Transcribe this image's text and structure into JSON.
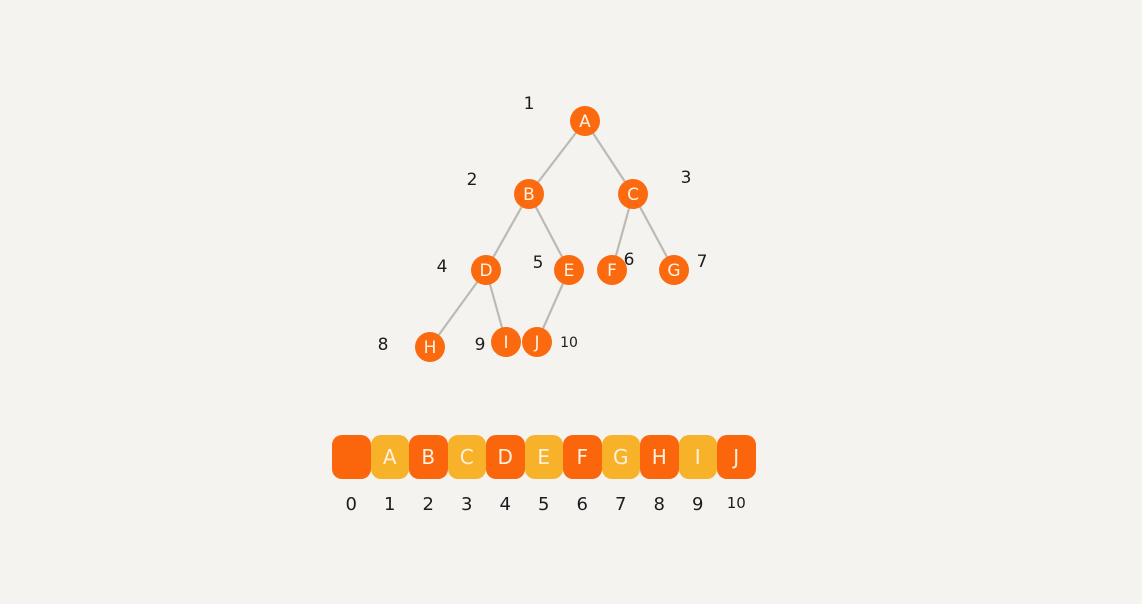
{
  "tree": {
    "nodes": [
      {
        "id": "A",
        "label": "A",
        "index": "1"
      },
      {
        "id": "B",
        "label": "B",
        "index": "2"
      },
      {
        "id": "C",
        "label": "C",
        "index": "3"
      },
      {
        "id": "D",
        "label": "D",
        "index": "4"
      },
      {
        "id": "E",
        "label": "E",
        "index": "5"
      },
      {
        "id": "F",
        "label": "F",
        "index": "6"
      },
      {
        "id": "G",
        "label": "G",
        "index": "7"
      },
      {
        "id": "H",
        "label": "H",
        "index": "8"
      },
      {
        "id": "I",
        "label": "I",
        "index": "9"
      },
      {
        "id": "J",
        "label": "J",
        "index": "10"
      }
    ],
    "edges": [
      [
        "A",
        "B"
      ],
      [
        "A",
        "C"
      ],
      [
        "B",
        "D"
      ],
      [
        "B",
        "E"
      ],
      [
        "C",
        "F"
      ],
      [
        "C",
        "G"
      ],
      [
        "D",
        "H"
      ],
      [
        "D",
        "I"
      ],
      [
        "E",
        "J"
      ]
    ],
    "node_color": "#fb6a0e",
    "edge_color": "#bdbab5"
  },
  "array": {
    "cells": [
      {
        "label": "",
        "tone": "dark"
      },
      {
        "label": "A",
        "tone": "light"
      },
      {
        "label": "B",
        "tone": "dark"
      },
      {
        "label": "C",
        "tone": "light"
      },
      {
        "label": "D",
        "tone": "dark"
      },
      {
        "label": "E",
        "tone": "light"
      },
      {
        "label": "F",
        "tone": "dark"
      },
      {
        "label": "G",
        "tone": "light"
      },
      {
        "label": "H",
        "tone": "dark"
      },
      {
        "label": "I",
        "tone": "light"
      },
      {
        "label": "J",
        "tone": "dark"
      }
    ],
    "indices": [
      "0",
      "1",
      "2",
      "3",
      "4",
      "5",
      "6",
      "7",
      "8",
      "9",
      "10"
    ],
    "dark_color": "#fb650c",
    "light_color": "#f7b22a"
  }
}
